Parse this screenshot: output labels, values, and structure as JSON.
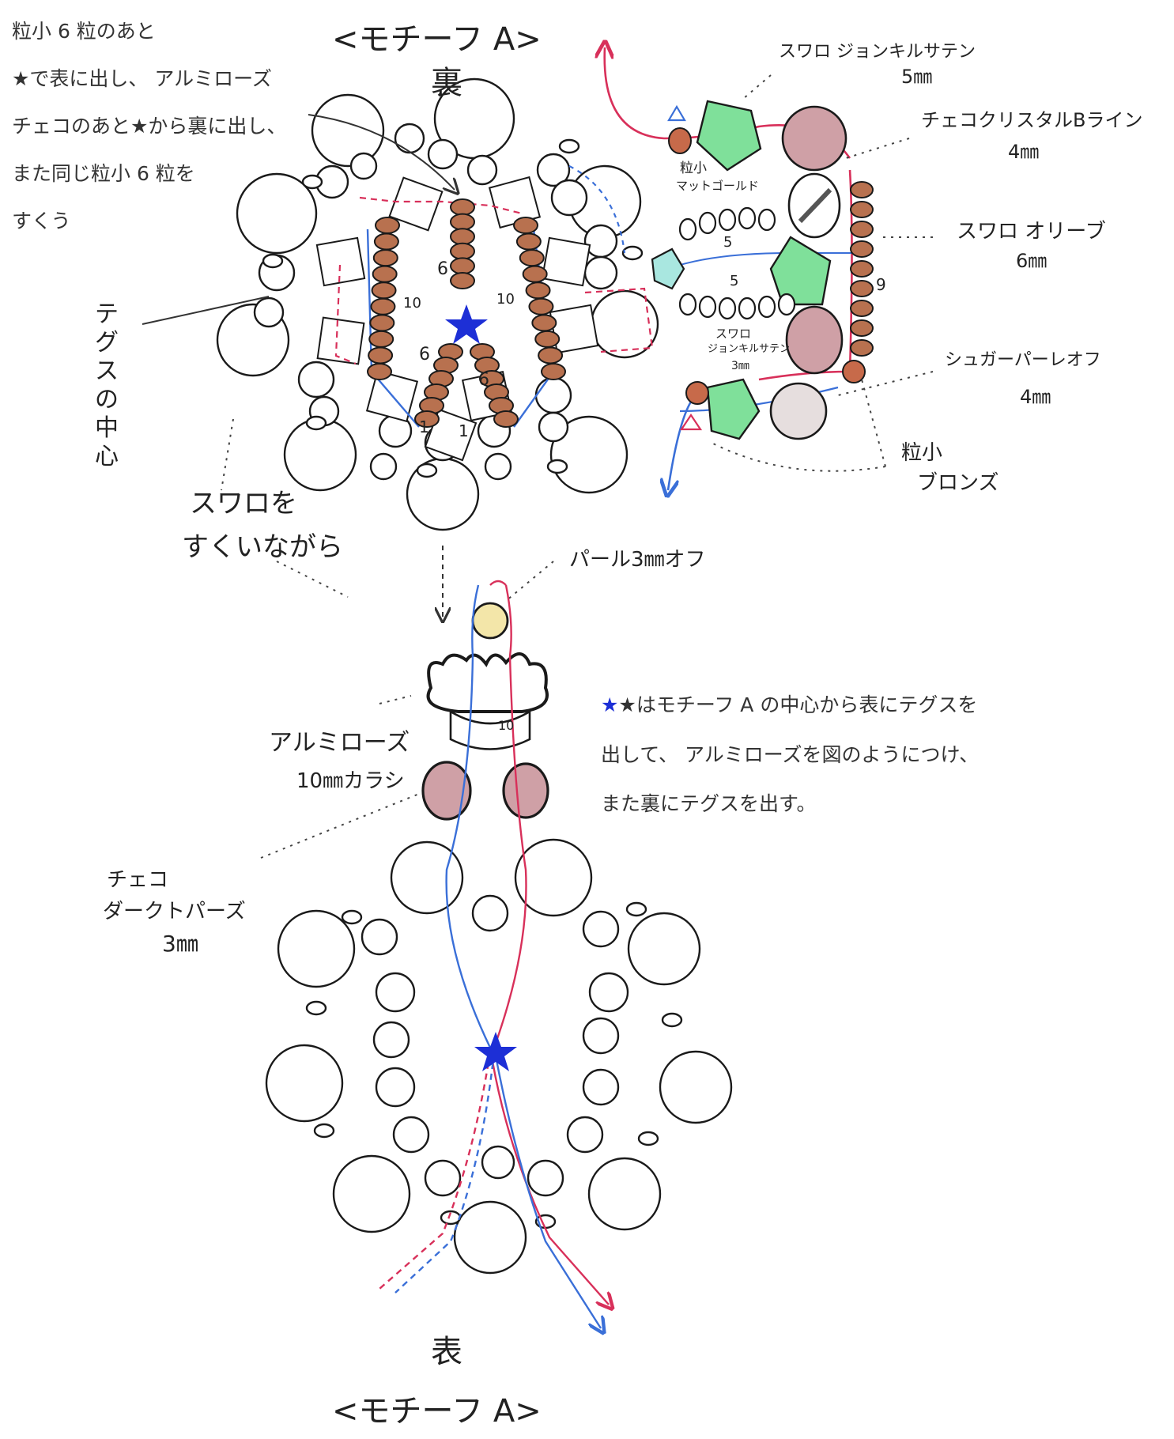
{
  "colors": {
    "star": "#1d2fd6",
    "thread_red": "#d8305a",
    "thread_blue": "#3a6fd8",
    "bronze_bead": "#b8714f",
    "green_crystal": "#7fe09a",
    "pink_bead": "#cfa0a6",
    "outline": "#1a1a1a"
  },
  "back": {
    "title": "<モチーフ A>",
    "side_label": "裏"
  },
  "front": {
    "side_label": "表",
    "title": "<モチーフ A>"
  },
  "top_note": {
    "lines": [
      "粒小 6 粒のあと",
      "★で表に出し、 アルミローズ",
      "チェコのあと★から裏に出し、",
      "また同じ粒小 6 粒を",
      "すくう"
    ]
  },
  "middle_note": {
    "lines": [
      "★はモチーフ A の中心から表にテグスを",
      "出して、 アルミローズを図のようにつけ、",
      "また裏にテグスを出す。"
    ]
  },
  "labels": {
    "tegusu_center": "テグスの中心",
    "swaro_sukui_1": "スワロを",
    "swaro_sukui_2": "すくいながら",
    "swaro_jonquil_5_name": "スワロ ジョンキルサテン",
    "swaro_jonquil_5_size": "5㎜",
    "czech_crystal_name": "チェコクリスタルBライン",
    "czech_crystal_size": "4㎜",
    "tsubu_matte_1": "粒小",
    "tsubu_matte_2": "マットゴールド",
    "swaro_olive_name": "スワロ オリーブ",
    "swaro_olive_size": "6㎜",
    "swaro_jonquil_3_1": "スワロ",
    "swaro_jonquil_3_2": "ジョンキルサテン",
    "swaro_jonquil_3_3": "3㎜",
    "sugar_pale_name": "シュガーパーレオフ",
    "sugar_pale_size": "4㎜",
    "tsubu_bronze_1": "粒小",
    "tsubu_bronze_2": "ブロンズ",
    "pearl": "パール3㎜オフ",
    "alumi_rose_1": "アルミローズ",
    "alumi_rose_2": "10㎜カラシ",
    "czech_dark_1": "チェコ",
    "czech_dark_2": "ダークトパーズ",
    "czech_dark_3": "3㎜"
  },
  "counts": {
    "n6a": "6",
    "n6b": "6",
    "n6c": "6",
    "n10a": "10",
    "n10b": "10",
    "n1a": "1",
    "n1b": "1",
    "n5a": "5",
    "n5b": "5",
    "n9": "9",
    "n10c": "10"
  }
}
